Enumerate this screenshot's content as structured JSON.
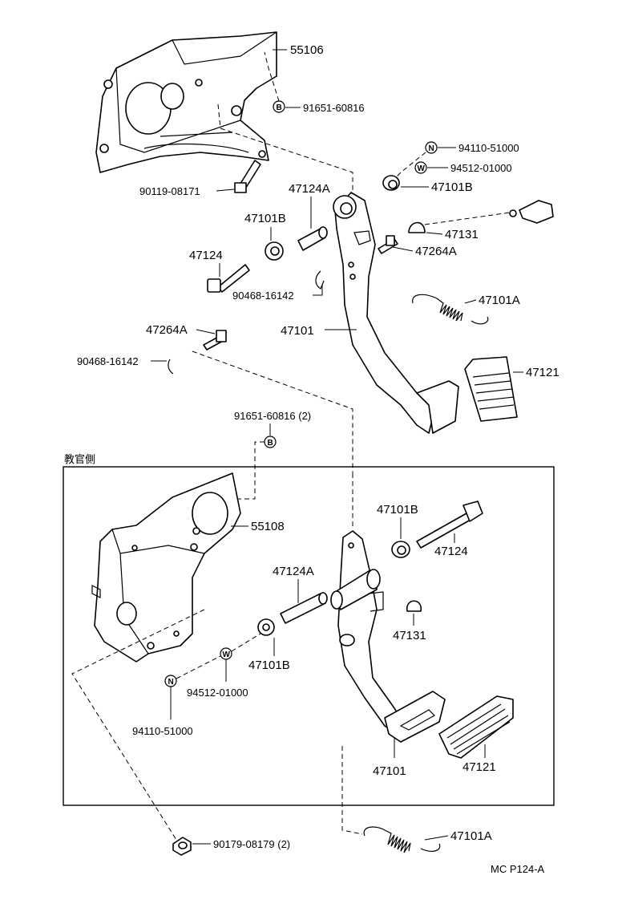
{
  "labels": {
    "p55106": "55106",
    "p91651_top": "91651-60816",
    "p94110_top": "94110-51000",
    "p94512_top": "94512-01000",
    "p47101B_top_right": "47101B",
    "p47124A_top": "47124A",
    "p90119": "90119-08171",
    "p47101B_top_left": "47101B",
    "p47131_top": "47131",
    "p47264A_right": "47264A",
    "p47124_top": "47124",
    "p90468_a": "90468-16142",
    "p47101A_top": "47101A",
    "p47264A_left": "47264A",
    "p47101_top": "47101",
    "p90468_b": "90468-16142",
    "p47121_top": "47121",
    "p91651_bottom": "91651-60816 (2)",
    "section_title": "教官側",
    "p55108": "55108",
    "p47101B_box_top": "47101B",
    "p47124_box": "47124",
    "p47124A_box": "47124A",
    "p47131_box": "47131",
    "p47101B_box_bottom": "47101B",
    "p94512_box": "94512-01000",
    "p94110_box": "94110-51000",
    "p47101_box": "47101",
    "p47121_box": "47121",
    "p47101A_bottom": "47101A",
    "p90179": "90179-08179 (2)",
    "figure_code": "MC P124-A"
  },
  "badges": {
    "b_top": "B",
    "n_top": "N",
    "w_top": "W",
    "b_bottom": "B",
    "w_box": "W",
    "n_box": "N"
  }
}
